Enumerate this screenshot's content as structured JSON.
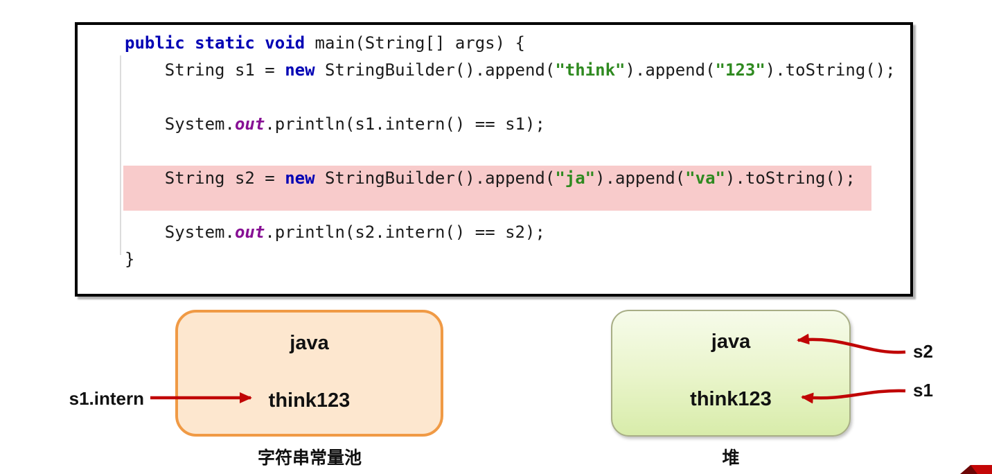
{
  "code": {
    "lines": [
      {
        "highlight": false,
        "tokens": [
          {
            "t": "public static void ",
            "c": "kw"
          },
          {
            "t": "main(String[] args) {"
          }
        ]
      },
      {
        "highlight": false,
        "tokens": [
          {
            "t": "    String s1 = "
          },
          {
            "t": "new ",
            "c": "kw"
          },
          {
            "t": "StringBuilder().append("
          },
          {
            "t": "\"think\"",
            "c": "str"
          },
          {
            "t": ").append("
          },
          {
            "t": "\"123\"",
            "c": "str"
          },
          {
            "t": ").toString();"
          }
        ]
      },
      {
        "highlight": false,
        "tokens": []
      },
      {
        "highlight": false,
        "tokens": [
          {
            "t": "    System."
          },
          {
            "t": "out",
            "c": "field"
          },
          {
            "t": ".println(s1.intern() == s1);"
          }
        ]
      },
      {
        "highlight": false,
        "tokens": []
      },
      {
        "highlight": true,
        "tokens": [
          {
            "t": "    String s2 = "
          },
          {
            "t": "new ",
            "c": "kw"
          },
          {
            "t": "StringBuilder().append("
          },
          {
            "t": "\"ja\"",
            "c": "str"
          },
          {
            "t": ").append("
          },
          {
            "t": "\"va\"",
            "c": "str"
          },
          {
            "t": ").toString();"
          }
        ]
      },
      {
        "highlight": false,
        "tokens": []
      },
      {
        "highlight": false,
        "tokens": [
          {
            "t": "    System."
          },
          {
            "t": "out",
            "c": "field"
          },
          {
            "t": ".println(s2.intern() == s2);"
          }
        ]
      },
      {
        "highlight": false,
        "tokens": [
          {
            "t": "}"
          }
        ]
      }
    ]
  },
  "diagram": {
    "pool": {
      "label": "字符串常量池",
      "items": [
        "java",
        "think123"
      ]
    },
    "heap": {
      "label": "堆",
      "items": [
        "java",
        "think123"
      ]
    },
    "pointers": {
      "s1_intern": "s1.intern",
      "s2": "s2",
      "s1": "s1"
    }
  },
  "colors": {
    "keyword": "#0000b4",
    "string": "#2f8a20",
    "field": "#871094",
    "highlight_pink": "#f8cbcb",
    "arrow_red": "#c00505",
    "pool_border": "#f09a45",
    "pool_fill": "#fde7cf",
    "heap_fill": "#e3f1bd",
    "ribbon_red": "#c40707",
    "ribbon_dark": "#6d0606"
  }
}
